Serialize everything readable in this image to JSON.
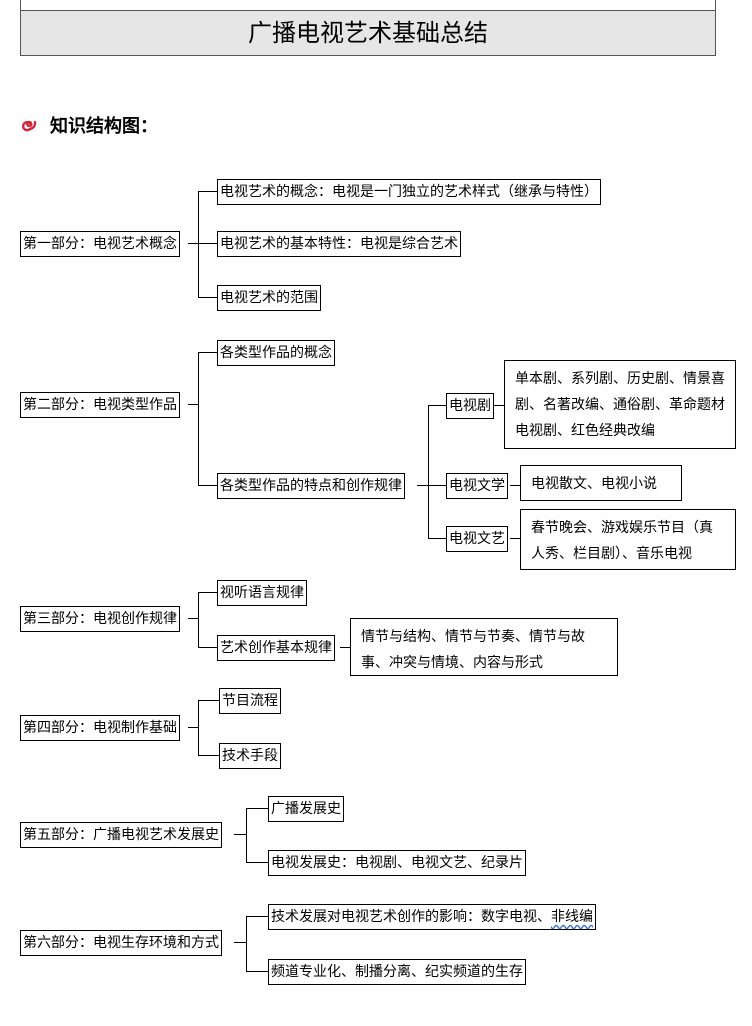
{
  "title": "广播电视艺术基础总结",
  "heading": "知识结构图：",
  "part1": {
    "label": "第一部分：电视艺术概念",
    "items": [
      "电视艺术的概念：电视是一门独立的艺术样式（继承与特性）",
      "电视艺术的基本特性：电视是综合艺术",
      "电视艺术的范围"
    ]
  },
  "part2": {
    "label": "第二部分：电视类型作品",
    "items": [
      "各类型作品的概念",
      "各类型作品的特点和创作规律"
    ],
    "sub": [
      {
        "label": "电视剧",
        "detail": "单本剧、系列剧、历史剧、情景喜剧、名著改编、通俗剧、革命题材电视剧、红色经典改编"
      },
      {
        "label": "电视文学",
        "detail": "电视散文、电视小说"
      },
      {
        "label": "电视文艺",
        "detail": "春节晚会、游戏娱乐节目（真人秀、栏目剧）、音乐电视"
      }
    ]
  },
  "part3": {
    "label": "第三部分：电视创作规律",
    "items": [
      "视听语言规律",
      "艺术创作基本规律"
    ],
    "detail": "情节与结构、情节与节奏、情节与故事、冲突与情境、内容与形式"
  },
  "part4": {
    "label": "第四部分：电视制作基础",
    "items": [
      "节目流程",
      "技术手段"
    ]
  },
  "part5": {
    "label": "第五部分：广播电视艺术发展史",
    "items": [
      "广播发展史",
      "电视发展史：电视剧、电视文艺、纪录片"
    ]
  },
  "part6": {
    "label": "第六部分：电视生存环境和方式",
    "item1_prefix": "技术发展对电视艺术创作的影响：数字电视、",
    "item1_marked": "非线编",
    "item2": "频道专业化、制播分离、纪实频道的生存"
  }
}
